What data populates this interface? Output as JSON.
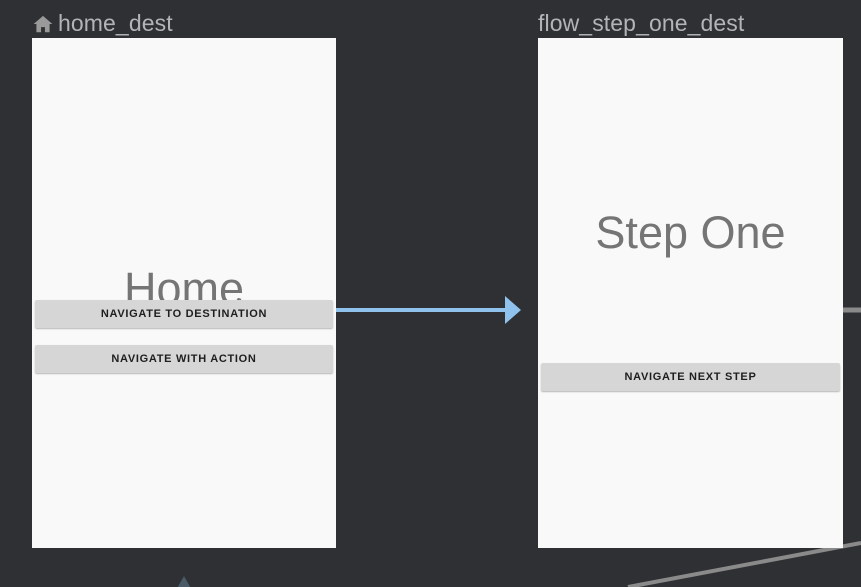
{
  "canvas": {
    "background_color": "#2e3033",
    "card_background_color": "#f9f9f9",
    "action_arrow_color": "#8fc3ee",
    "connector_line_color": "#8a8a8a",
    "label_color": "#b2b4b7",
    "screen_title_color": "#757575",
    "button_color": "#d6d6d6"
  },
  "nodes": [
    {
      "id": "home_dest",
      "label": "home_dest",
      "icon": "home-icon",
      "screen_title": "Home",
      "buttons": [
        {
          "name": "navigate-to-destination-button",
          "label": "NAVIGATE TO DESTINATION"
        },
        {
          "name": "navigate-with-action-button",
          "label": "NAVIGATE WITH ACTION"
        }
      ]
    },
    {
      "id": "flow_step_one_dest",
      "label": "flow_step_one_dest",
      "icon": null,
      "screen_title": "Step One",
      "buttons": [
        {
          "name": "navigate-next-step-button",
          "label": "NAVIGATE NEXT STEP"
        }
      ]
    }
  ],
  "connectors": [
    {
      "name": "action-arrow-home-to-step-one",
      "type": "action",
      "color": "#8fc3ee"
    },
    {
      "name": "connector-step-one-outgoing",
      "type": "line",
      "color": "#8a8a8a"
    },
    {
      "name": "connector-diagonal-bottom",
      "type": "line",
      "color": "#8a8a8a"
    },
    {
      "name": "connector-arrow-home-bottom",
      "type": "arrow",
      "color": "#4a5a66"
    }
  ]
}
